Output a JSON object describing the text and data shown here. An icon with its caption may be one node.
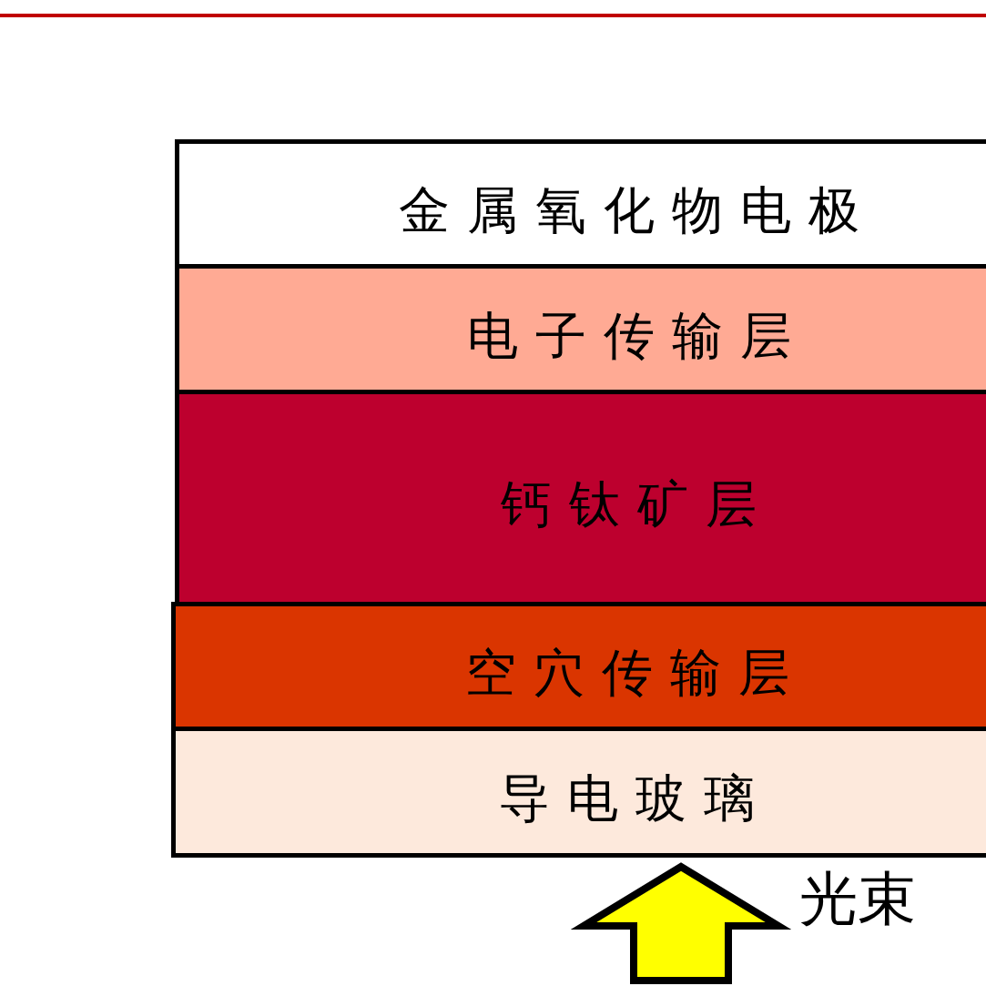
{
  "diagram": {
    "nodes": [
      {
        "text": [
          "金属氧化物电极"
        ]
      },
      {
        "text": [
          "电子传输层"
        ]
      },
      {
        "text": [
          "钙钛矿层"
        ]
      },
      {
        "text": [
          "空穴传输层"
        ]
      },
      {
        "text": [
          "导电玻璃"
        ]
      }
    ],
    "edges": [
      {
        "from": null,
        "to": 4,
        "arrow": "to",
        "label": "光束"
      }
    ]
  }
}
